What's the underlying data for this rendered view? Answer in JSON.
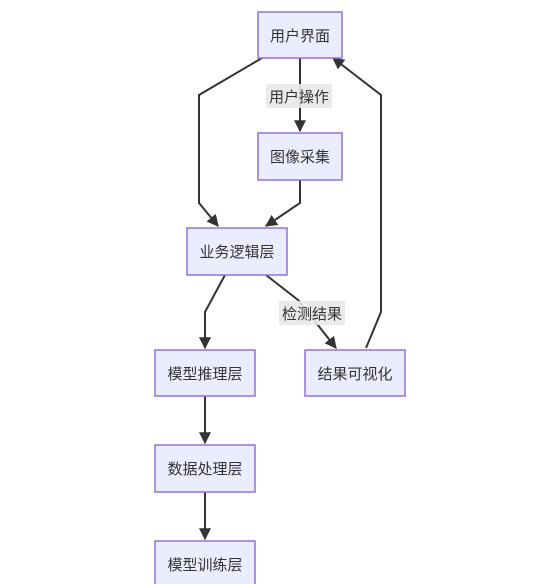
{
  "nodes": {
    "ui": "用户界面",
    "capture": "图像采集",
    "business": "业务逻辑层",
    "inference": "模型推理层",
    "visualize": "结果可视化",
    "processing": "数据处理层",
    "training": "模型训练层"
  },
  "edge_labels": {
    "user_op": "用户操作",
    "detect_result": "检测结果"
  },
  "colors": {
    "node_fill": "#ECECFF",
    "node_border": "#9370DB",
    "edge": "#333333",
    "label_bg": "#E8E8E8"
  }
}
